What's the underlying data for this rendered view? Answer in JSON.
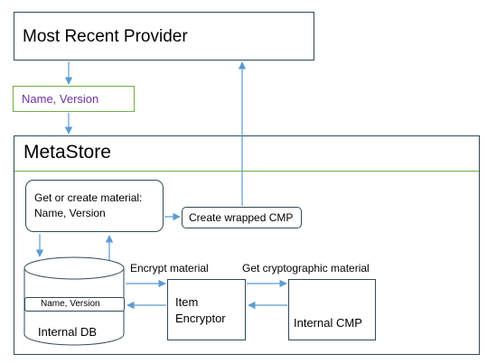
{
  "provider": {
    "title": "Most Recent Provider"
  },
  "name_version_label": {
    "text": "Name, Version",
    "color": "#7030a0"
  },
  "metastore": {
    "title": "MetaStore",
    "divider_color": "#70ad47",
    "get_or_create": {
      "line1": "Get or create material:",
      "line2": "Name, Version"
    },
    "create_wrapped": {
      "label": "Create wrapped CMP"
    },
    "internal_db": {
      "label": "Internal DB",
      "row_label": "Name, Version"
    },
    "encrypt_material_label": "Encrypt material",
    "item_encryptor": {
      "line1": "Item",
      "line2": "Encryptor"
    },
    "get_crypto_label": "Get cryptographic material",
    "internal_cmp": {
      "label": "Internal CMP"
    }
  },
  "colors": {
    "arrow": "#5b9bd5",
    "border": "#2f4a57",
    "green": "#70ad47"
  }
}
